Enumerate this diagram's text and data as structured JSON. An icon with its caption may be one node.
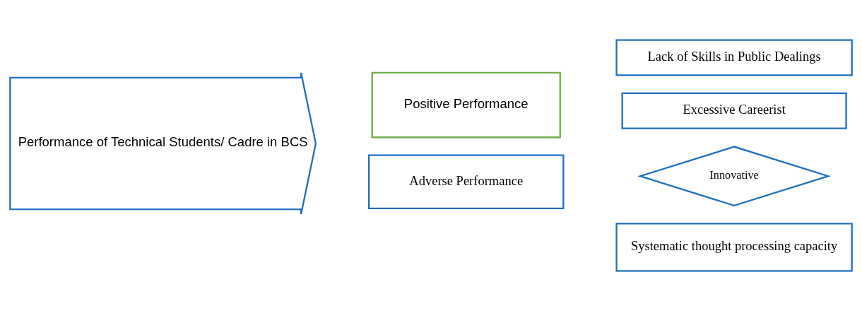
{
  "diagram": {
    "nodes": [
      {
        "text": [
          "Performance of Technical Students/ Cadre in BCS"
        ]
      },
      {
        "text": [
          "Positive Performance"
        ]
      },
      {
        "text": [
          "Innovative"
        ]
      },
      {
        "text": [
          "Systematic thought processing capacity"
        ]
      },
      {
        "text": [
          "Adverse Performance"
        ]
      },
      {
        "text": [
          "Lack of Skills in Public Dealings"
        ]
      },
      {
        "text": [
          "Excessive Careerist"
        ]
      }
    ],
    "edges": []
  }
}
